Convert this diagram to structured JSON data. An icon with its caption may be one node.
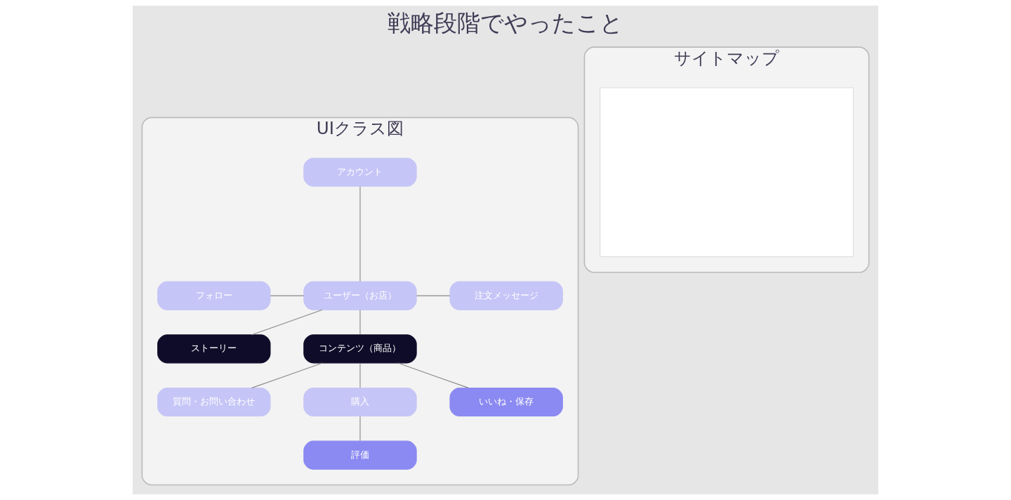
{
  "diagram": {
    "title": "戦略段階でやったこと",
    "nodes": [
      {
        "text": [
          "UIクラス図"
        ]
      },
      {
        "text": [
          "アカウント"
        ],
        "in": 0
      },
      {
        "text": [
          "フォロー"
        ],
        "in": 0
      },
      {
        "text": [
          "ユーザー（お店）"
        ],
        "in": 0
      },
      {
        "text": [
          "注文メッセージ"
        ],
        "in": 0
      },
      {
        "text": [
          "ストーリー"
        ],
        "in": 0
      },
      {
        "text": [
          "コンテンツ（商品）"
        ],
        "in": 0
      },
      {
        "text": [
          "質問・お問い合わせ"
        ],
        "in": 0
      },
      {
        "text": [
          "購入"
        ],
        "in": 0
      },
      {
        "text": [
          "いいね・保存"
        ],
        "in": 0
      },
      {
        "text": [
          "評価"
        ],
        "in": 0
      },
      {
        "text": [
          "サイトマップ"
        ]
      },
      {
        "text": [],
        "shape": "box",
        "in": 11
      }
    ],
    "edges": [
      {
        "from": 1,
        "to": 3,
        "arrow": "none"
      },
      {
        "from": 2,
        "to": 3,
        "arrow": "none"
      },
      {
        "from": 3,
        "to": 4,
        "arrow": "none"
      },
      {
        "from": 3,
        "to": 5,
        "arrow": "none"
      },
      {
        "from": 3,
        "to": 6,
        "arrow": "none"
      },
      {
        "from": 6,
        "to": 7,
        "arrow": "none"
      },
      {
        "from": 6,
        "to": 8,
        "arrow": "none"
      },
      {
        "from": 6,
        "to": 9,
        "arrow": "none"
      },
      {
        "from": 8,
        "to": 10,
        "arrow": "none"
      }
    ]
  }
}
